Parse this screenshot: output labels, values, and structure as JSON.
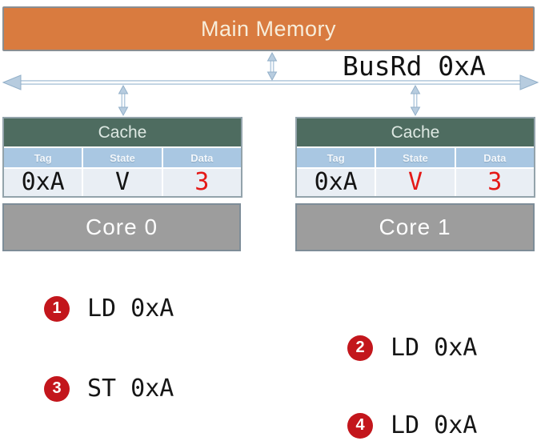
{
  "memory": {
    "label": "Main Memory"
  },
  "bus": {
    "label": "BusRd 0xA"
  },
  "caches": [
    {
      "title": "Cache",
      "columns": [
        "Tag",
        "State",
        "Data"
      ],
      "row": {
        "tag": "0xA",
        "state": "V",
        "data": "3"
      },
      "state_color": "#141414",
      "data_color": "#e41917"
    },
    {
      "title": "Cache",
      "columns": [
        "Tag",
        "State",
        "Data"
      ],
      "row": {
        "tag": "0xA",
        "state": "V",
        "data": "3"
      },
      "state_color": "#e41917",
      "data_color": "#e41917"
    }
  ],
  "cores": [
    {
      "label": "Core 0"
    },
    {
      "label": "Core 1"
    }
  ],
  "steps": [
    {
      "num": "1",
      "label": "LD 0xA",
      "core": "Core 0"
    },
    {
      "num": "2",
      "label": "LD 0xA",
      "core": "Core 1"
    },
    {
      "num": "3",
      "label": "ST 0xA",
      "core": "Core 0"
    },
    {
      "num": "4",
      "label": "LD 0xA",
      "core": "Core 1"
    }
  ],
  "colors": {
    "memory_fill": "#d97b3f",
    "cache_header": "#4e6c60",
    "table_header": "#a9c7e2",
    "table_row": "#e9eef4",
    "core_fill": "#9d9d9d",
    "bus_arrow": "#aec6da",
    "step_badge": "#c3161c",
    "highlight_red": "#e41917"
  }
}
